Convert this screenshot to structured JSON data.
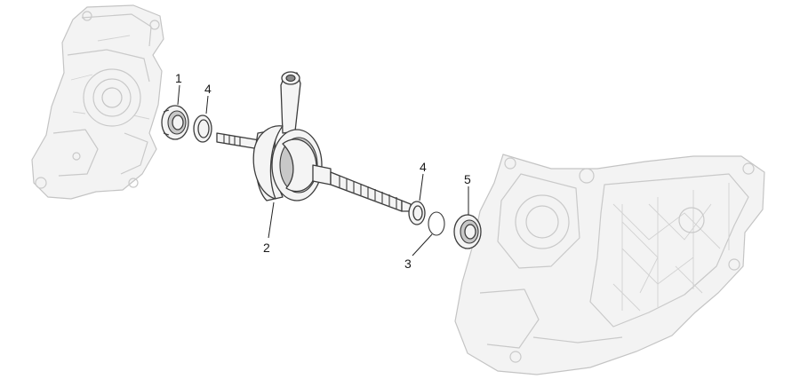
{
  "callouts": {
    "c1": "1",
    "c4a": "4",
    "c2": "2",
    "c4b": "4",
    "c5": "5",
    "c3": "3"
  },
  "colors": {
    "background": "#ffffff",
    "part_outline": "#3c3c3c",
    "ghost_outline": "#c9c9c9",
    "callout_text": "#1a1a1a"
  }
}
